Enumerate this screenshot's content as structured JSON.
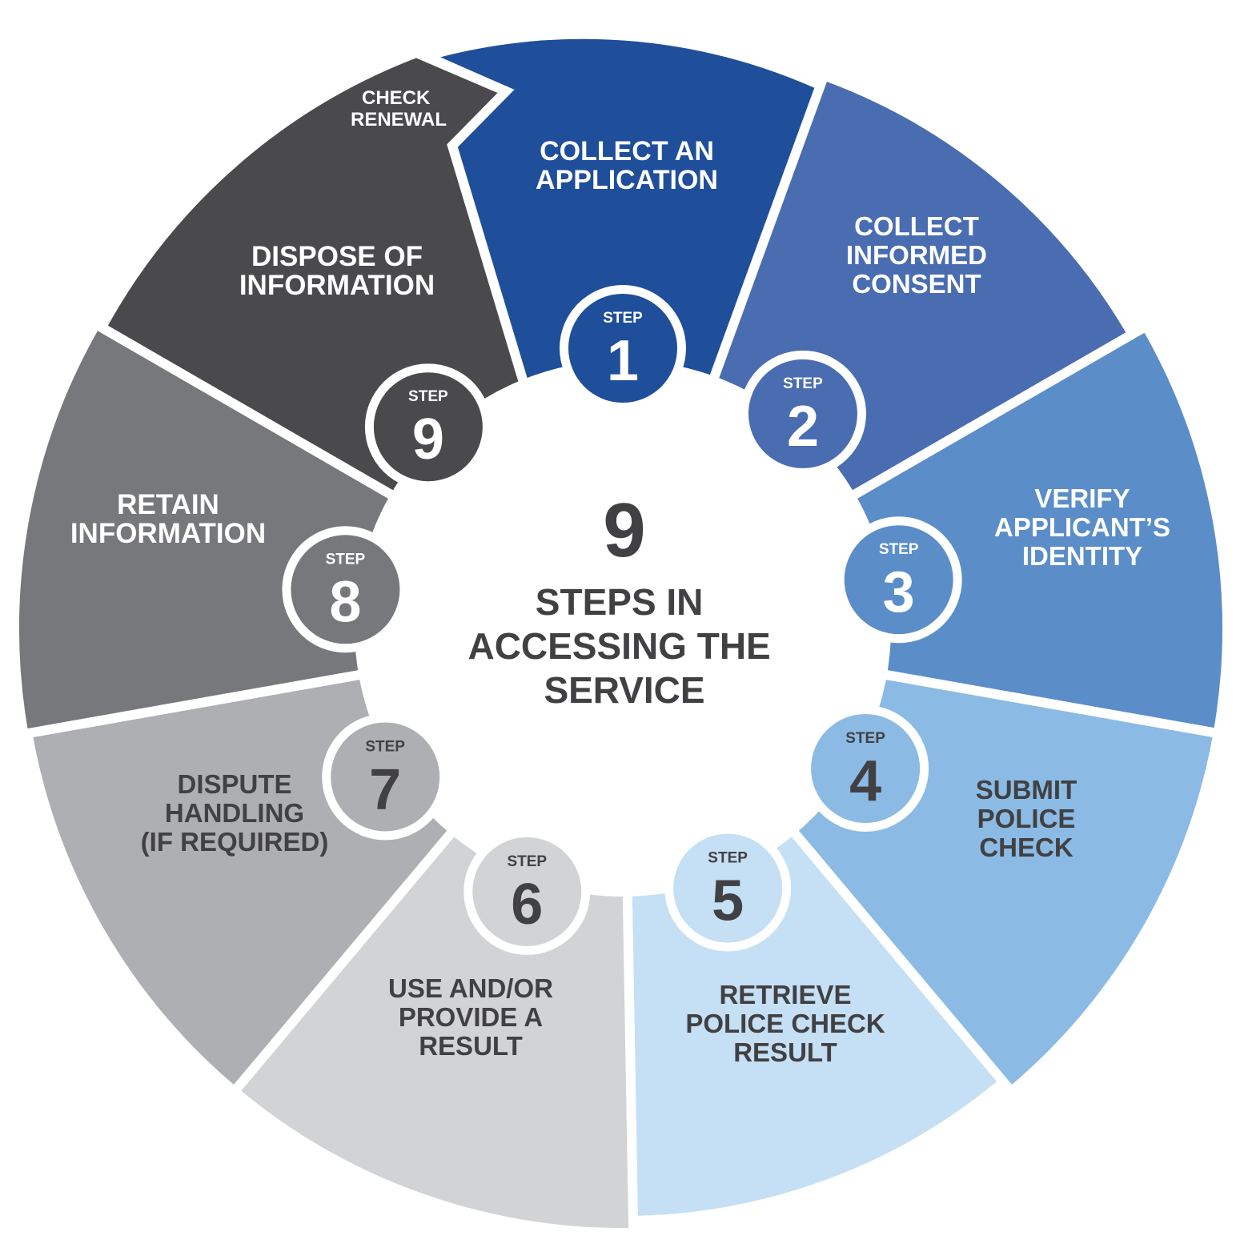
{
  "center": {
    "number": "9",
    "lines": [
      "STEPS IN",
      "ACCESSING THE",
      "SERVICE"
    ]
  },
  "step_word": "STEP",
  "renewal": {
    "lines": [
      "CHECK",
      "RENEWAL"
    ]
  },
  "steps": [
    {
      "number": "1",
      "label": [
        "COLLECT AN",
        "APPLICATION"
      ],
      "color": "#1f4e9a",
      "text_color": "#ffffff",
      "num_color": "#ffffff"
    },
    {
      "number": "2",
      "label": [
        "COLLECT",
        "INFORMED",
        "CONSENT"
      ],
      "color": "#4a6db1",
      "text_color": "#ffffff",
      "num_color": "#ffffff"
    },
    {
      "number": "3",
      "label": [
        "VERIFY",
        "APPLICANT’S",
        "IDENTITY"
      ],
      "color": "#5b8ec8",
      "text_color": "#ffffff",
      "num_color": "#ffffff"
    },
    {
      "number": "4",
      "label": [
        "SUBMIT",
        "POLICE",
        "CHECK"
      ],
      "color": "#8bbbe4",
      "text_color": "#414042",
      "num_color": "#414042"
    },
    {
      "number": "5",
      "label": [
        "RETRIEVE",
        "POLICE CHECK",
        "RESULT"
      ],
      "color": "#c5dff5",
      "text_color": "#414042",
      "num_color": "#414042"
    },
    {
      "number": "6",
      "label": [
        "USE AND/OR",
        "PROVIDE A",
        "RESULT"
      ],
      "color": "#d1d3d5",
      "text_color": "#414042",
      "num_color": "#414042"
    },
    {
      "number": "7",
      "label": [
        "DISPUTE",
        "HANDLING",
        "(IF REQUIRED)"
      ],
      "color": "#adafb2",
      "text_color": "#414042",
      "num_color": "#414042"
    },
    {
      "number": "8",
      "label": [
        "RETAIN",
        "INFORMATION"
      ],
      "color": "#77787b",
      "text_color": "#ffffff",
      "num_color": "#ffffff"
    },
    {
      "number": "9",
      "label": [
        "DISPOSE OF",
        "INFORMATION"
      ],
      "color": "#4a4a4c",
      "text_color": "#ffffff",
      "num_color": "#ffffff"
    }
  ]
}
